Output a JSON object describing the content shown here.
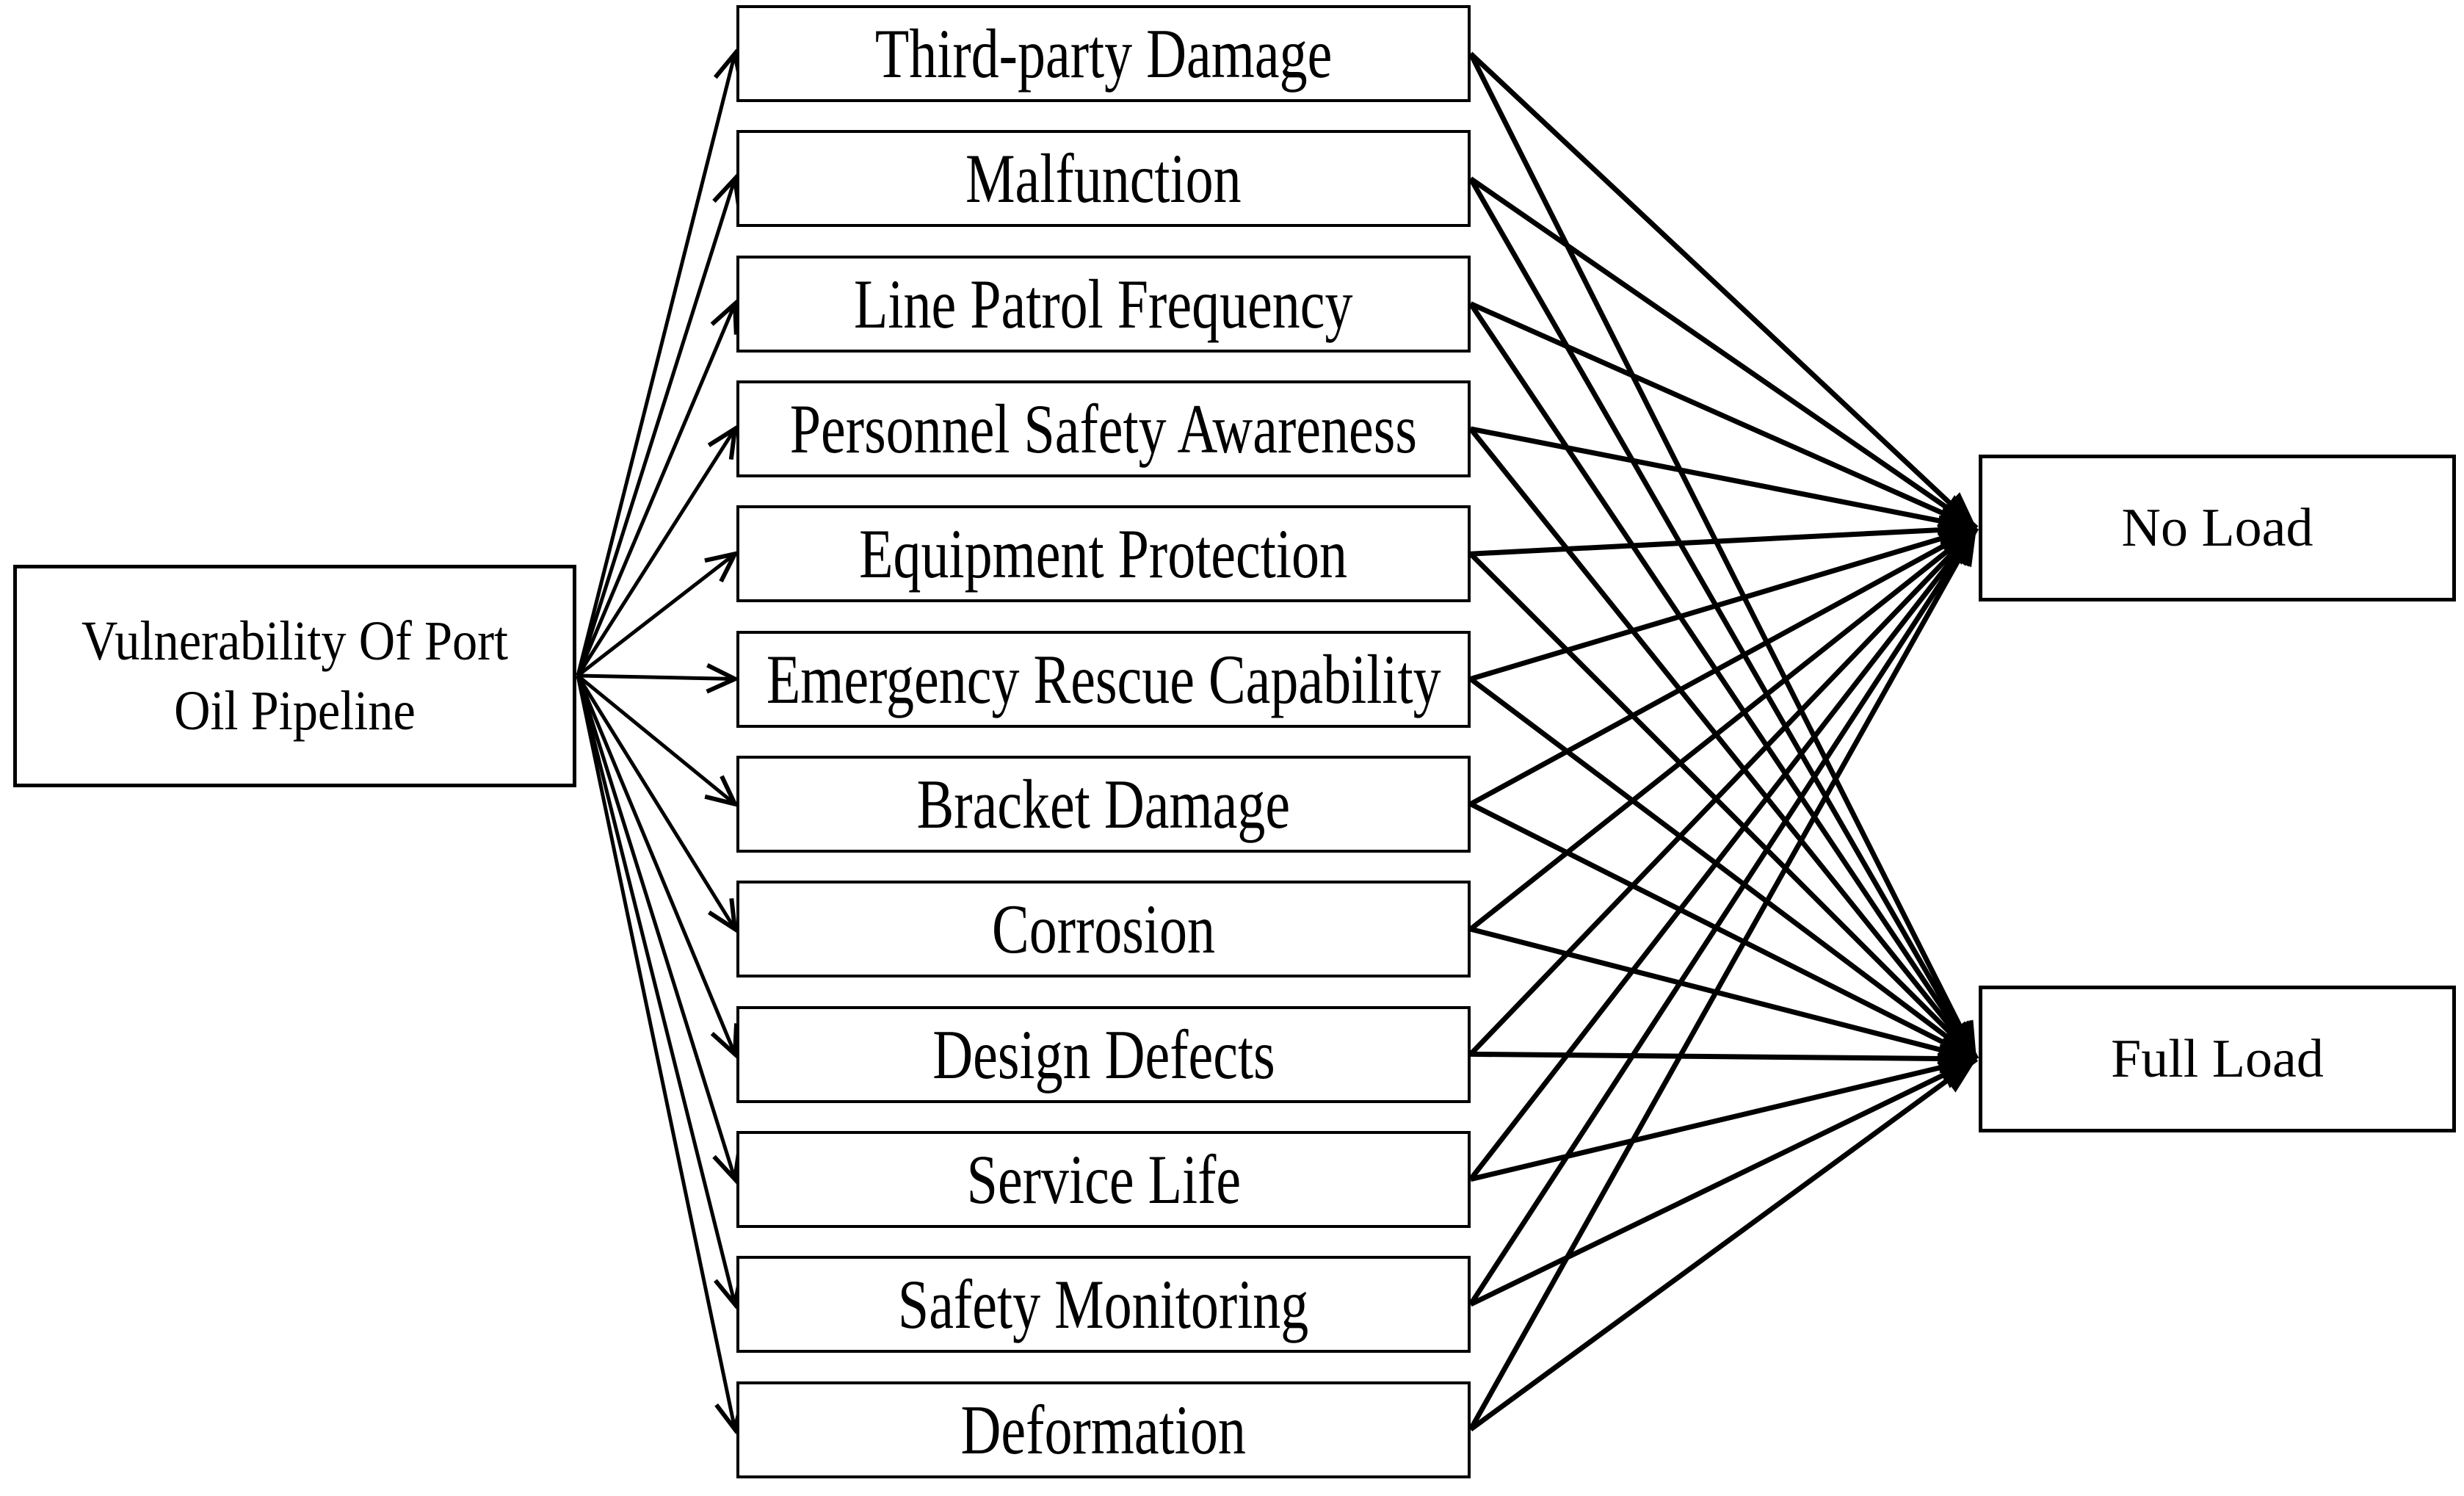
{
  "diagram": {
    "type": "factor-outcome-network",
    "root": {
      "label": "Vulnerability Of Port Oil Pipeline"
    },
    "factors": [
      {
        "label": "Third-party Damage"
      },
      {
        "label": "Malfunction"
      },
      {
        "label": "Line Patrol Frequency"
      },
      {
        "label": "Personnel Safety Awareness"
      },
      {
        "label": "Equipment Protection"
      },
      {
        "label": "Emergency Rescue Capability"
      },
      {
        "label": "Bracket Damage"
      },
      {
        "label": "Corrosion"
      },
      {
        "label": "Design Defects"
      },
      {
        "label": "Service Life"
      },
      {
        "label": "Safety Monitoring"
      },
      {
        "label": "Deformation"
      }
    ],
    "outcomes": [
      {
        "label": "No Load"
      },
      {
        "label": "Full Load"
      }
    ],
    "edges": {
      "root_to_factors": [
        0,
        1,
        2,
        3,
        4,
        5,
        6,
        7,
        8,
        9,
        10,
        11
      ],
      "factor_to_outcome": [
        [
          0,
          0
        ],
        [
          0,
          1
        ],
        [
          1,
          0
        ],
        [
          1,
          1
        ],
        [
          2,
          0
        ],
        [
          2,
          1
        ],
        [
          3,
          0
        ],
        [
          3,
          1
        ],
        [
          4,
          0
        ],
        [
          4,
          1
        ],
        [
          5,
          0
        ],
        [
          5,
          1
        ],
        [
          6,
          0
        ],
        [
          6,
          1
        ],
        [
          7,
          0
        ],
        [
          7,
          1
        ],
        [
          8,
          0
        ],
        [
          8,
          1
        ],
        [
          9,
          0
        ],
        [
          9,
          1
        ],
        [
          10,
          0
        ],
        [
          10,
          1
        ],
        [
          11,
          0
        ],
        [
          11,
          1
        ]
      ]
    },
    "colors": {
      "background": "#ffffff",
      "line": "#000000",
      "box_border": "#000000",
      "box_fill": "#ffffff",
      "text": "#000000"
    }
  }
}
